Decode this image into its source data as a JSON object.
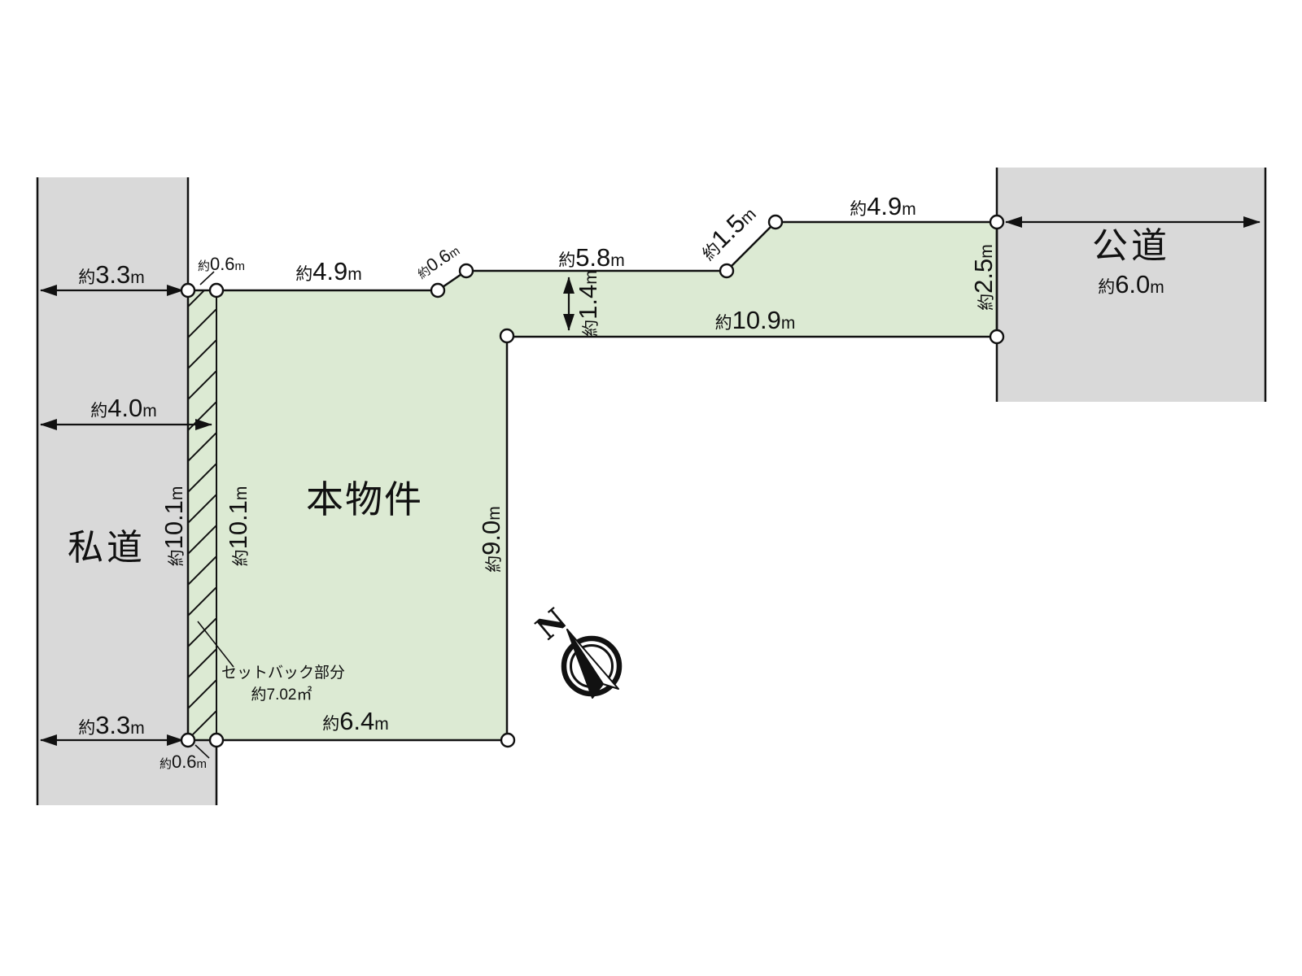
{
  "diagram": {
    "property_label": "本物件",
    "private_road_label": "私道",
    "public_road_label": "公道",
    "setback_note": {
      "line1": "セットバック部分",
      "line2": "約7.02㎡"
    },
    "compass_north": "N",
    "colors": {
      "land_green": "#dcead3",
      "road_gray": "#d9d9d9",
      "line_black": "#111111"
    },
    "dims": {
      "road_top_width": {
        "p": "約",
        "v": "3.3",
        "u": "m"
      },
      "road_full_width": {
        "p": "約",
        "v": "4.0",
        "u": "m"
      },
      "road_bottom_width": {
        "p": "約",
        "v": "3.3",
        "u": "m"
      },
      "setback_top": {
        "p": "約",
        "v": "0.6",
        "u": "m"
      },
      "setback_bottom": {
        "p": "約",
        "v": "0.6",
        "u": "m"
      },
      "edge_top_left": {
        "p": "約",
        "v": "4.9",
        "u": "m"
      },
      "edge_top_jog": {
        "p": "約",
        "v": "0.6",
        "u": "m"
      },
      "edge_top_mid": {
        "p": "約",
        "v": "5.8",
        "u": "m"
      },
      "edge_notch_depth": {
        "p": "約",
        "v": "1.4",
        "u": "m"
      },
      "edge_diagonal": {
        "p": "約",
        "v": "1.5",
        "u": "m"
      },
      "edge_top_right": {
        "p": "約",
        "v": "4.9",
        "u": "m"
      },
      "edge_right": {
        "p": "約",
        "v": "2.5",
        "u": "m"
      },
      "edge_arm_bottom": {
        "p": "約",
        "v": "10.9",
        "u": "m"
      },
      "edge_mid_vertical": {
        "p": "約",
        "v": "9.0",
        "u": "m"
      },
      "edge_west_road_side": {
        "p": "約",
        "v": "10.1",
        "u": "m"
      },
      "edge_west_property_side": {
        "p": "約",
        "v": "10.1",
        "u": "m"
      },
      "edge_bottom": {
        "p": "約",
        "v": "6.4",
        "u": "m"
      },
      "public_road_width": {
        "p": "約",
        "v": "6.0",
        "u": "m"
      }
    }
  }
}
